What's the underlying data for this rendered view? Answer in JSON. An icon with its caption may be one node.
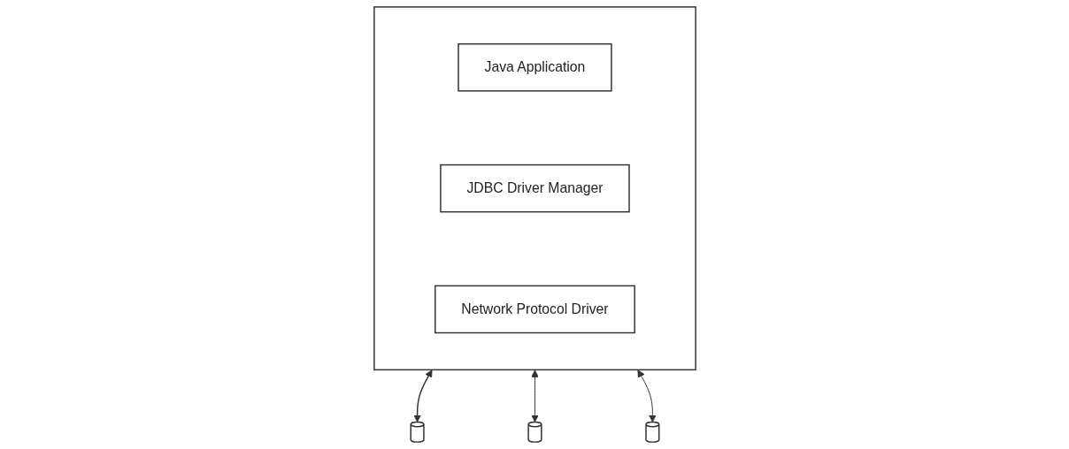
{
  "diagram": {
    "nodes": [
      {
        "text": [],
        "shape": "box"
      },
      {
        "text": [
          "Java Application"
        ],
        "in": 0
      },
      {
        "text": [
          "JDBC Driver Manager"
        ],
        "in": 0
      },
      {
        "text": [
          "Network Protocol Driver"
        ],
        "in": 0
      },
      {
        "text": [],
        "shape": "cylinder"
      },
      {
        "text": [],
        "shape": "cylinder"
      },
      {
        "text": [],
        "shape": "cylinder"
      }
    ],
    "edges": [
      {
        "from": 0,
        "to": 4,
        "arrow": "both"
      },
      {
        "from": 0,
        "to": 5,
        "arrow": "both"
      },
      {
        "from": 0,
        "to": 6,
        "arrow": "both"
      }
    ]
  }
}
